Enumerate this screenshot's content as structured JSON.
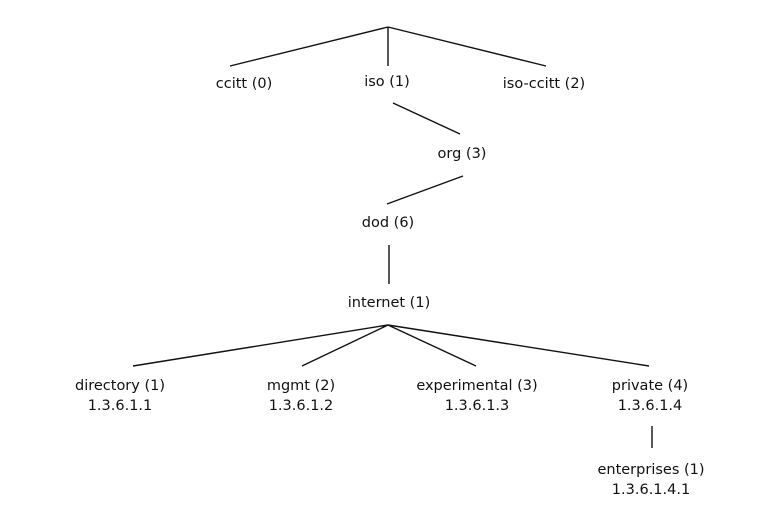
{
  "nodes": {
    "ccitt": "ccitt (0)",
    "iso": "iso (1)",
    "iso_ccitt": "iso-ccitt (2)",
    "org": "org (3)",
    "dod": "dod (6)",
    "internet": "internet (1)",
    "directory": {
      "label": "directory (1)",
      "oid": "1.3.6.1.1"
    },
    "mgmt": {
      "label": "mgmt (2)",
      "oid": "1.3.6.1.2"
    },
    "experimental": {
      "label": "experimental (3)",
      "oid": "1.3.6.1.3"
    },
    "private": {
      "label": "private (4)",
      "oid": "1.3.6.1.4"
    },
    "enterprises": {
      "label": "enterprises (1)",
      "oid": "1.3.6.1.4.1"
    }
  }
}
